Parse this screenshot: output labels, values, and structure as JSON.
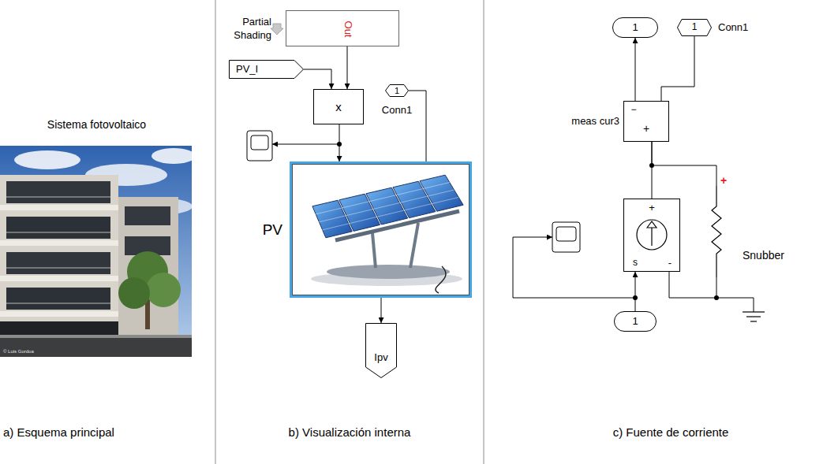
{
  "diagram": {
    "nodes": [
      {
        "text": [
          "Sistema fotovoltaico"
        ]
      },
      {
        "text": [
          "Partial Shading",
          "Out"
        ]
      },
      {
        "text": [
          "PV_I"
        ]
      },
      {
        "text": [
          "x"
        ]
      },
      {
        "text": [
          "1",
          "Conn1"
        ]
      },
      {
        "text": [
          "PV"
        ]
      },
      {
        "text": [
          "Ipv"
        ]
      },
      {
        "text": [
          "1"
        ]
      },
      {
        "text": [
          "1",
          "Conn1"
        ]
      },
      {
        "text": [
          "meas cur3",
          "−",
          "+"
        ]
      },
      {
        "text": [
          "+",
          "s",
          "-"
        ]
      },
      {
        "text": [
          "Snubber"
        ]
      },
      {
        "text": [
          "1"
        ]
      }
    ],
    "edges": [
      {
        "from": 2,
        "to": 3,
        "arrow": "to"
      },
      {
        "from": 1,
        "to": 3,
        "arrow": "to"
      },
      {
        "from": 3,
        "to": 5,
        "arrow": "to"
      },
      {
        "from": 4,
        "to": 5,
        "arrow": "none"
      },
      {
        "from": 5,
        "to": 6,
        "arrow": "to"
      },
      {
        "from": 9,
        "to": 7,
        "arrow": "to"
      },
      {
        "from": 8,
        "to": 9,
        "arrow": "none"
      },
      {
        "from": 9,
        "to": 10,
        "arrow": "none"
      },
      {
        "from": 9,
        "to": 11,
        "arrow": "none"
      },
      {
        "from": 12,
        "to": 10,
        "arrow": "to"
      },
      {
        "from": 10,
        "to": 11,
        "arrow": "none"
      }
    ],
    "labels": [
      "© Luis Gordoa",
      "a) Esquema principal",
      "b) Visualización interna",
      "c) Fuente de corriente",
      "+"
    ]
  }
}
